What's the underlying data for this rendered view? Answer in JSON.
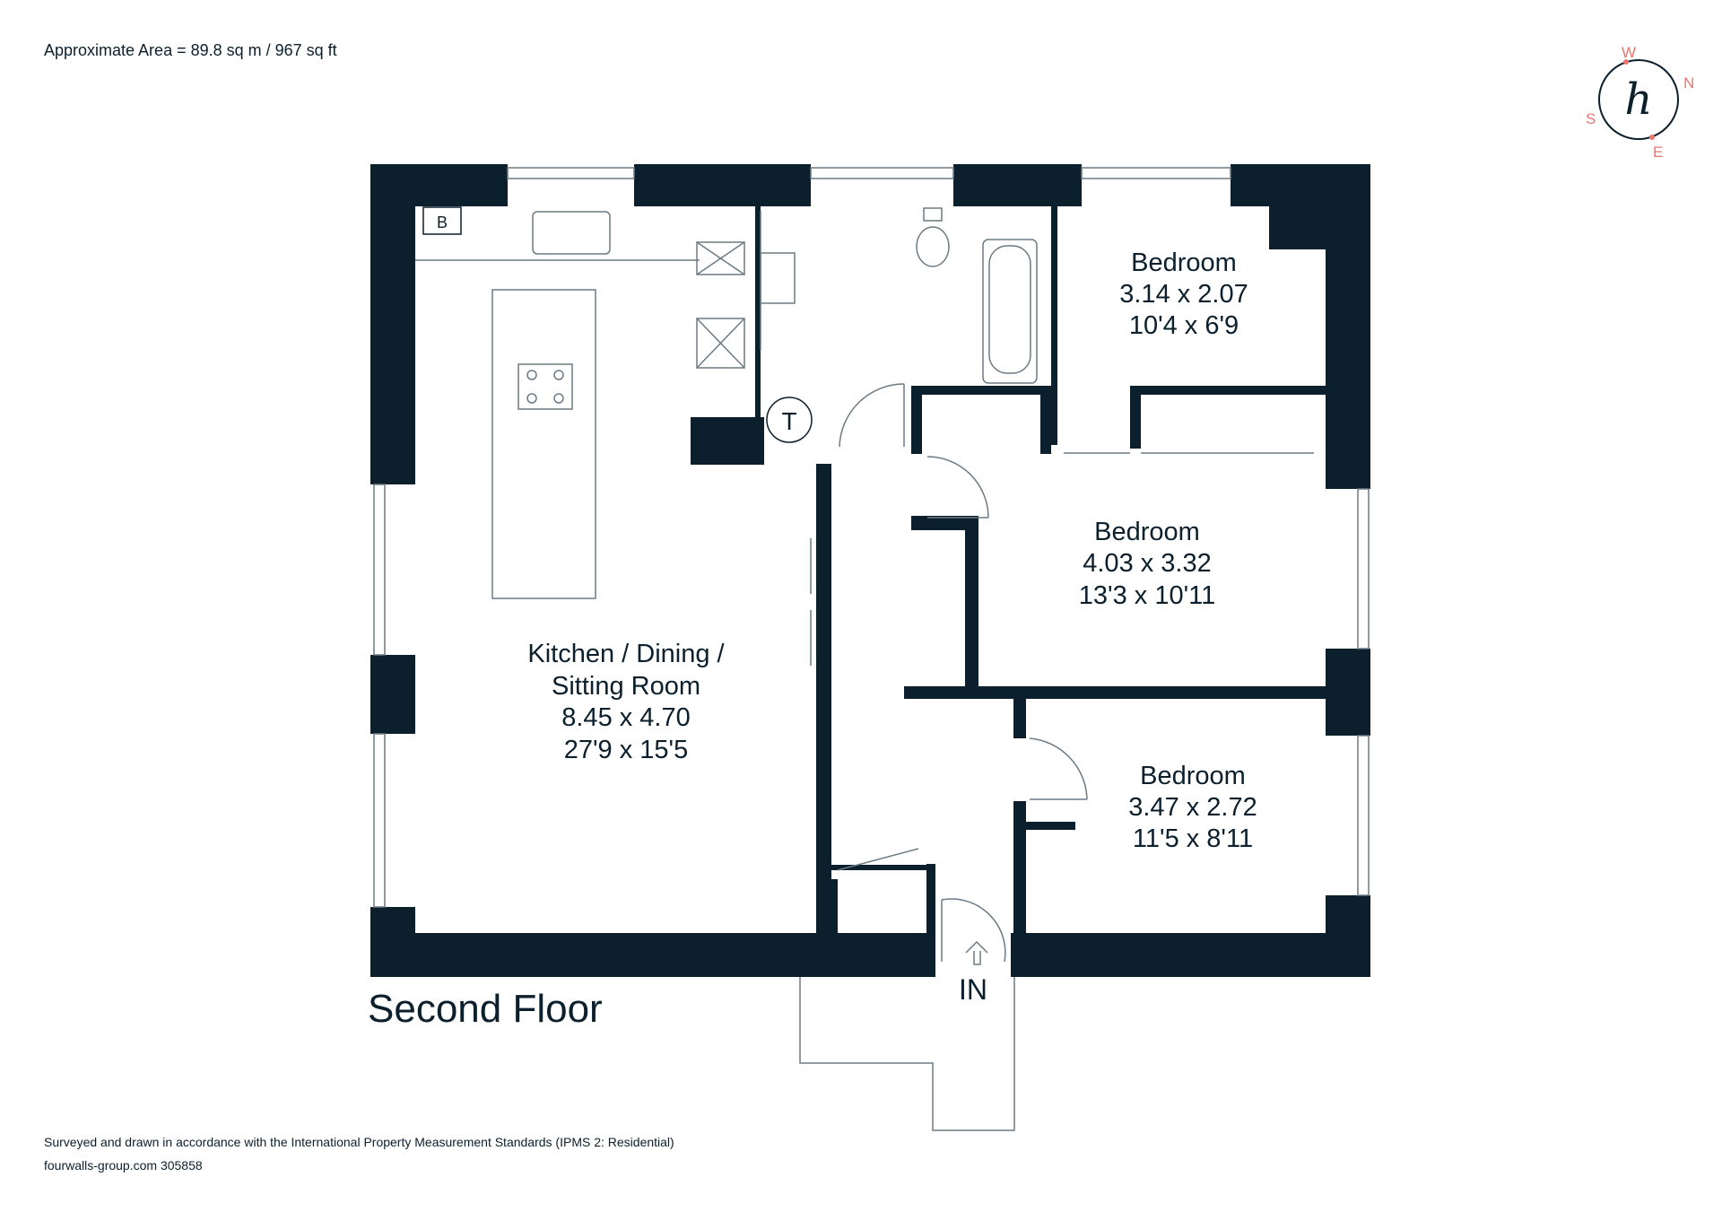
{
  "header": {
    "area": "Approximate Area = 89.8 sq m / 967 sq ft"
  },
  "compass": {
    "w": "W",
    "n": "N",
    "s": "S",
    "e": "E",
    "monogram": "h"
  },
  "rooms": {
    "kitchen": {
      "name1": "Kitchen / Dining /",
      "name2": "Sitting Room",
      "metric": "8.45 x 4.70",
      "imperial": "27'9 x 15'5"
    },
    "bedroom1": {
      "name": "Bedroom",
      "metric": "3.14 x 2.07",
      "imperial": "10'4 x 6'9"
    },
    "bedroom2": {
      "name": "Bedroom",
      "metric": "4.03 x 3.32",
      "imperial": "13'3 x 10'11"
    },
    "bedroom3": {
      "name": "Bedroom",
      "metric": "3.47 x 2.72",
      "imperial": "11'5 x 8'11"
    }
  },
  "fixtures": {
    "boiler": "B",
    "tank": "T"
  },
  "entrance": {
    "label": "IN"
  },
  "floor": {
    "title": "Second Floor"
  },
  "footer": {
    "standards": "Surveyed and drawn in accordance with the International Property Measurement Standards (IPMS 2: Residential)",
    "reference": "fourwalls-group.com 305858"
  },
  "colors": {
    "wall": "#0b1f2d",
    "compass_accent": "#e8766f",
    "line": "#6b7a84"
  }
}
